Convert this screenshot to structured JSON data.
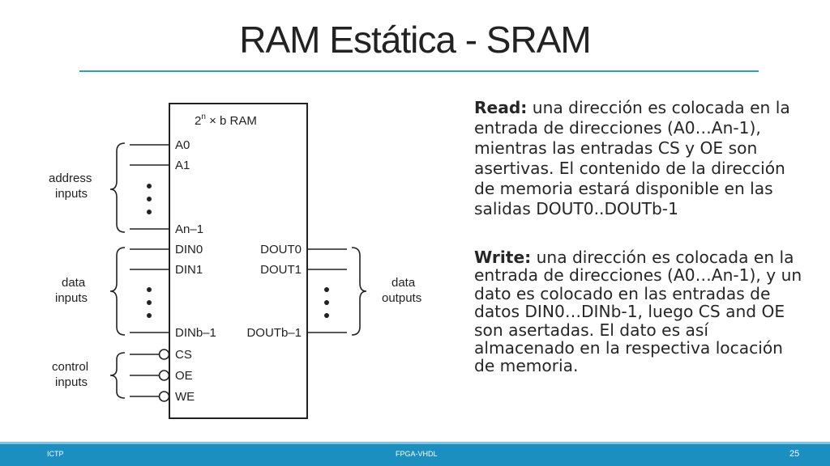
{
  "slide": {
    "title": "RAM Estática - SRAM"
  },
  "diagram": {
    "chip_label_base": "2",
    "chip_label_exp": "n",
    "chip_label_rest": " × b RAM",
    "address_pins": [
      "A0",
      "A1",
      "An–1"
    ],
    "data_in_pins": [
      "DIN0",
      "DIN1",
      "DINb–1"
    ],
    "data_out_pins": [
      "DOUT0",
      "DOUT1",
      "DOUTb–1"
    ],
    "control_pins": [
      "CS",
      "OE",
      "WE"
    ],
    "group_labels": {
      "address_line1": "address",
      "address_line2": "inputs",
      "data_in_line1": "data",
      "data_in_line2": "inputs",
      "data_out_line1": "data",
      "data_out_line2": "outputs",
      "control_line1": "control",
      "control_line2": "inputs"
    }
  },
  "text": {
    "read_label": "Read:",
    "read_body": " una dirección es colocada en la entrada de direcciones (A0…An-1), mientras las entradas CS y OE son asertivas. El contenido de la dirección de memoria estará disponible en las salidas DOUT0..DOUTb-1",
    "write_label": "Write:",
    "write_body": " una dirección es colocada en la entrada de direcciones (A0…An-1), y un dato es colocado en las entradas de datos DIN0…DINb-1, luego CS and OE son asertadas. El dato es así almacenado en la respectiva locación de memoria."
  },
  "footer": {
    "left": "ICTP",
    "center": "FPGA-VHDL",
    "page": "25"
  },
  "colors": {
    "accent_rule": "#2aa0c9",
    "footer_bar": "#1a8fc0"
  }
}
